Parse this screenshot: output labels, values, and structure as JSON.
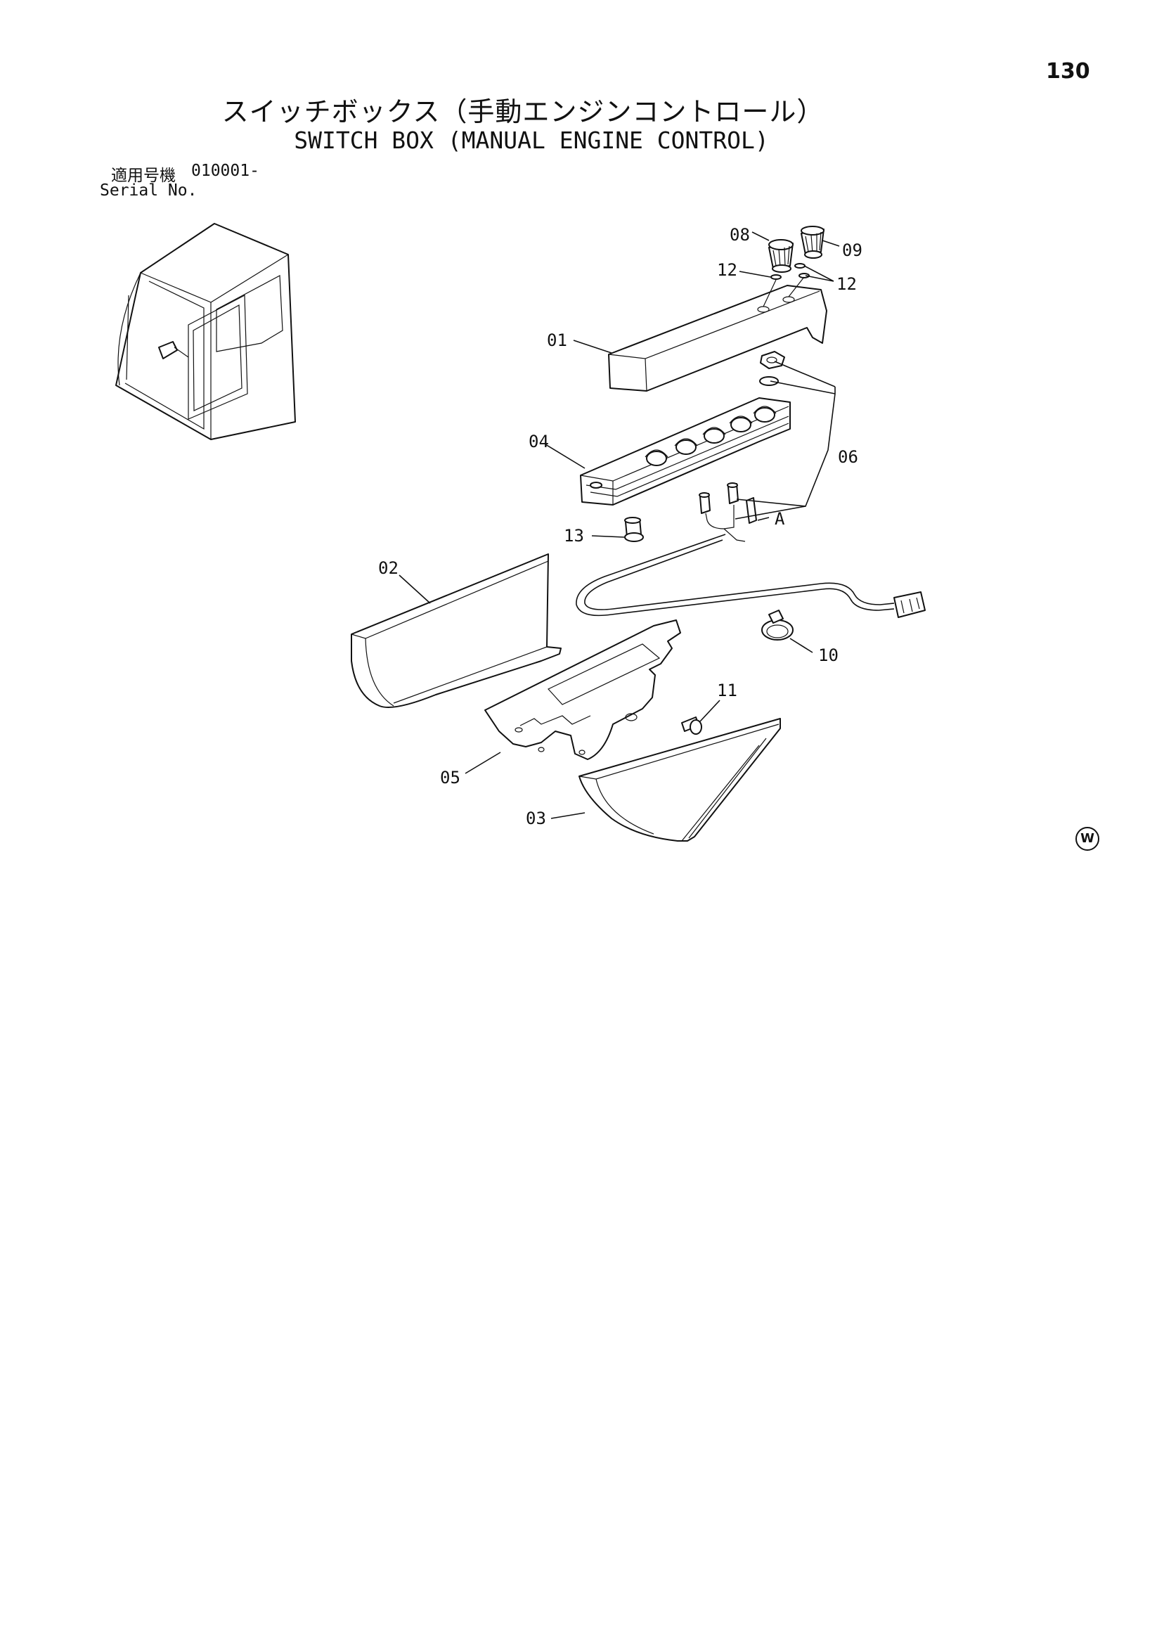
{
  "page": {
    "page_number": "130",
    "title_jp": "スイッチボックス（手動エンジンコントロール）",
    "title_en": "SWITCH BOX (MANUAL ENGINE CONTROL)",
    "serial_label_jp": "適用号機",
    "serial_value": "010001-",
    "serial_label_en": "Serial No.",
    "mark": "W"
  },
  "callouts": {
    "c01": "01",
    "c02": "02",
    "c03": "03",
    "c04": "04",
    "c05": "05",
    "c06": "06",
    "c08": "08",
    "c09": "09",
    "c10": "10",
    "c11": "11",
    "c12a": "12",
    "c12b": "12",
    "c13": "13",
    "cA": "A"
  }
}
